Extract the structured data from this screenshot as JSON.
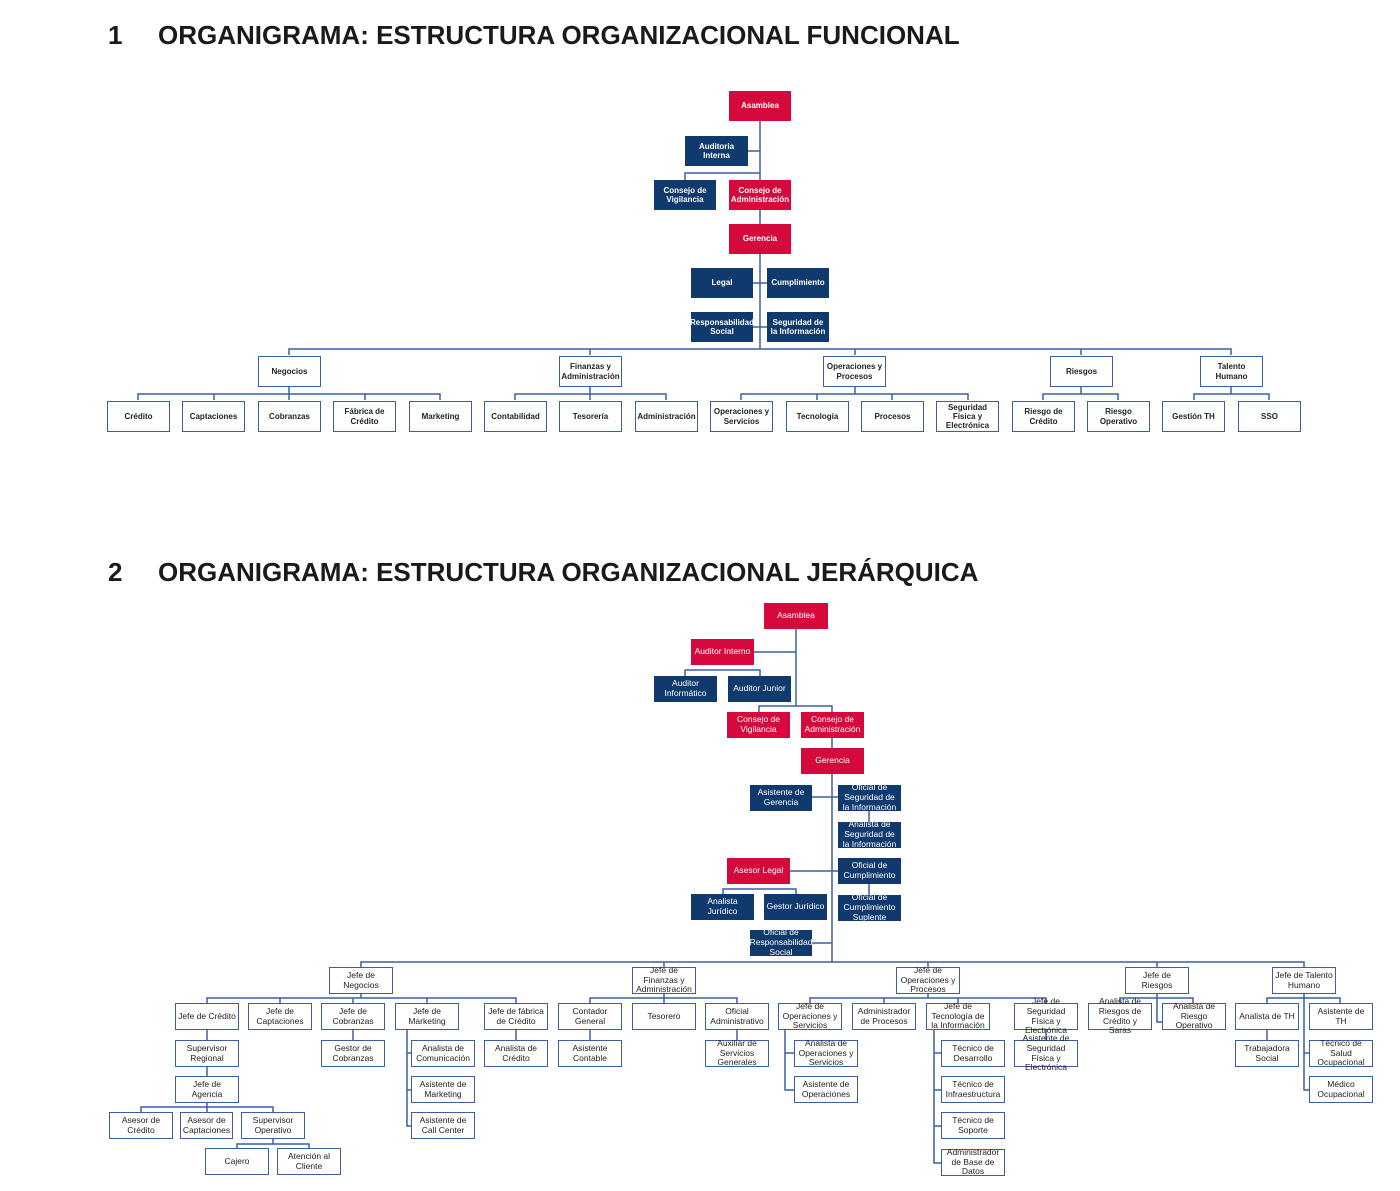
{
  "sections": [
    {
      "number": "1",
      "title": "ORGANIGRAMA: ESTRUCTURA ORGANIZACIONAL FUNCIONAL"
    },
    {
      "number": "2",
      "title": "ORGANIGRAMA: ESTRUCTURA ORGANIZACIONAL JERÁRQUICA"
    }
  ],
  "colors": {
    "red": "#d6093c",
    "blue": "#103a6e",
    "outline": "#3b5fa3"
  },
  "functional": {
    "asamblea": "Asamblea",
    "auditoria_interna": "Auditoria Interna",
    "consejo_vigilancia": "Consejo de Vigilancia",
    "consejo_administracion": "Consejo de Administración",
    "gerencia": "Gerencia",
    "legal": "Legal",
    "cumplimiento": "Cumplimiento",
    "responsabilidad_social": "Responsabilidad Social",
    "seguridad_informacion": "Seguridad de la Información",
    "negocios": "Negocios",
    "finanzas": "Finanzas y Administración",
    "operaciones": "Operaciones y Procesos",
    "riesgos": "Riesgos",
    "talento": "Talento Humano",
    "credito": "Crédito",
    "captaciones": "Captaciones",
    "cobranzas": "Cobranzas",
    "fabrica_credito": "Fábrica de Crédito",
    "marketing": "Marketing",
    "contabilidad": "Contabilidad",
    "tesoreria": "Tesorería",
    "administracion": "Administración",
    "operaciones_servicios": "Operaciones y Servicios",
    "tecnologia": "Tecnología",
    "procesos": "Procesos",
    "seguridad_fisica": "Seguridad Física y Electrónica",
    "riesgo_credito": "Riesgo de Crédito",
    "riesgo_operativo": "Riesgo Operativo",
    "gestion_th": "Gestión TH",
    "sso": "SSO"
  },
  "hierarchical": {
    "asamblea": "Asamblea",
    "auditor_interno": "Auditor Interno",
    "auditor_informatico": "Auditor Informático",
    "auditor_junior": "Auditor Junior",
    "consejo_vigilancia": "Consejo de Vigilancia",
    "consejo_administracion": "Consejo de Administración",
    "gerencia": "Gerencia",
    "asistente_gerencia": "Asistente de Gerencia",
    "oficial_seg_info": "Oficial de Seguridad de la Información",
    "analista_seg_info": "Analista de Seguridad de la Información",
    "asesor_legal": "Asesor Legal",
    "oficial_cumplimiento": "Oficial de Cumplimiento",
    "analista_juridico": "Analista Jurídico",
    "gestor_juridico": "Gestor Jurídico",
    "oficial_cumplimiento_suplente": "Oficial de Cumplimiento Suplente",
    "oficial_resp_social": "Oficial de Responsabilidad Social",
    "jefe_negocios": "Jefe de Negocios",
    "jefe_finanzas": "Jefe de Finanzas y Administración",
    "jefe_operaciones_procesos": "Jefe de Operaciones y Procesos",
    "jefe_riesgos": "Jefe de Riesgos",
    "jefe_talento": "Jefe de Talento Humano",
    "jefe_credito": "Jefe de Crédito",
    "jefe_captaciones": "Jefe de Captaciones",
    "jefe_cobranzas": "Jefe de Cobranzas",
    "jefe_marketing": "Jefe de Marketing",
    "jefe_fabrica": "Jefe de fábrica de Crédito",
    "supervisor_regional": "Supervisor Regional",
    "gestor_cobranzas": "Gestor de Cobranzas",
    "analista_comunicacion": "Analista de Comunicación",
    "analista_credito": "Analista de Crédito",
    "jefe_agencia": "Jefe de Agencia",
    "asistente_marketing": "Asistente de Marketing",
    "asistente_call_center": "Asistente de Call Center",
    "asesor_credito": "Asesor de Crédito",
    "asesor_captaciones": "Asesor de Captaciones",
    "supervisor_operativo": "Supervisor Operativo",
    "cajero": "Cajero",
    "atencion_cliente": "Atención al Cliente",
    "contador_general": "Contador General",
    "tesorero": "Tesorero",
    "oficial_administrativo": "Oficial Administrativo",
    "asistente_contable": "Asistente Contable",
    "auxiliar_servicios": "Auxiliar de Servicios Generales",
    "jefe_operaciones_servicios": "Jefe de Operaciones y Servicios",
    "administrador_procesos": "Administrador de Procesos",
    "jefe_tecnologia": "Jefe de Tecnología de la Información",
    "jefe_seguridad_fisica": "Jefe de Seguridad Física y Electrónica",
    "analista_operaciones": "Analista de Operaciones y Servicios",
    "asistente_operaciones": "Asistente de Operaciones",
    "tecnico_desarrollo": "Técnico de Desarrollo",
    "tecnico_infraestructura": "Técnico de Infraestructura",
    "tecnico_soporte": "Técnico de Soporte",
    "administrador_bd": "Administrador de Base de Datos",
    "asistente_seguridad_fisica": "Asistente de Seguridad Física y Electrónica",
    "analista_riesgos_credito": "Analista de Riesgos de Crédito y Saras",
    "analista_riesgo_operativo": "Analista de Riesgo Operativo",
    "analista_th": "Analista de TH",
    "asistente_th": "Asistente de TH",
    "trabajadora_social": "Trabajadora Social",
    "tecnico_salud": "Técnico de Salud Ocupacional",
    "medico_ocupacional": "Médico Ocupacional"
  }
}
